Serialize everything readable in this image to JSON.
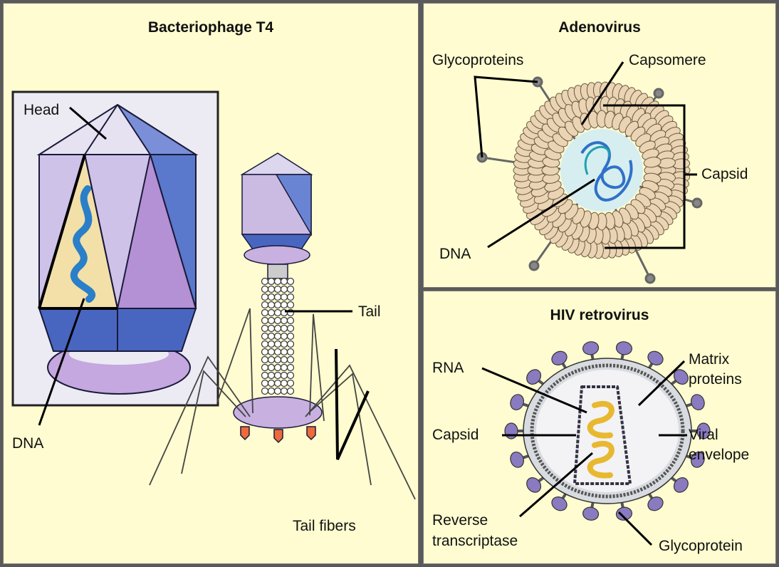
{
  "panels": {
    "t4": {
      "title": "Bacteriophage T4",
      "labels": {
        "head": "Head",
        "dna": "DNA",
        "tail": "Tail",
        "tail_fibers": "Tail fibers"
      }
    },
    "adeno": {
      "title": "Adenovirus",
      "labels": {
        "glycoproteins": "Glycoproteins",
        "capsomere": "Capsomere",
        "capsid": "Capsid",
        "dna": "DNA"
      }
    },
    "hiv": {
      "title": "HIV retrovirus",
      "labels": {
        "rna": "RNA",
        "capsid": "Capsid",
        "reverse_transcriptase_1": "Reverse",
        "reverse_transcriptase_2": "transcriptase",
        "matrix_proteins_1": "Matrix",
        "matrix_proteins_2": "proteins",
        "viral_envelope_1": "Viral",
        "viral_envelope_2": "envelope",
        "glycoprotein": "Glycoprotein"
      }
    }
  },
  "colors": {
    "panel_bg": "#fefcd0",
    "frame": "#5a5a5a",
    "capsid_blue": "#4f6cc4",
    "capsid_lilac": "#b79ad6",
    "capsomere_tan": "#ead4b4",
    "dna_blue": "#2a7fc8",
    "rna_gold": "#e8b830",
    "glycoprotein_purple": "#8a7ac0",
    "tail_pin_orange": "#ee6a3a"
  }
}
